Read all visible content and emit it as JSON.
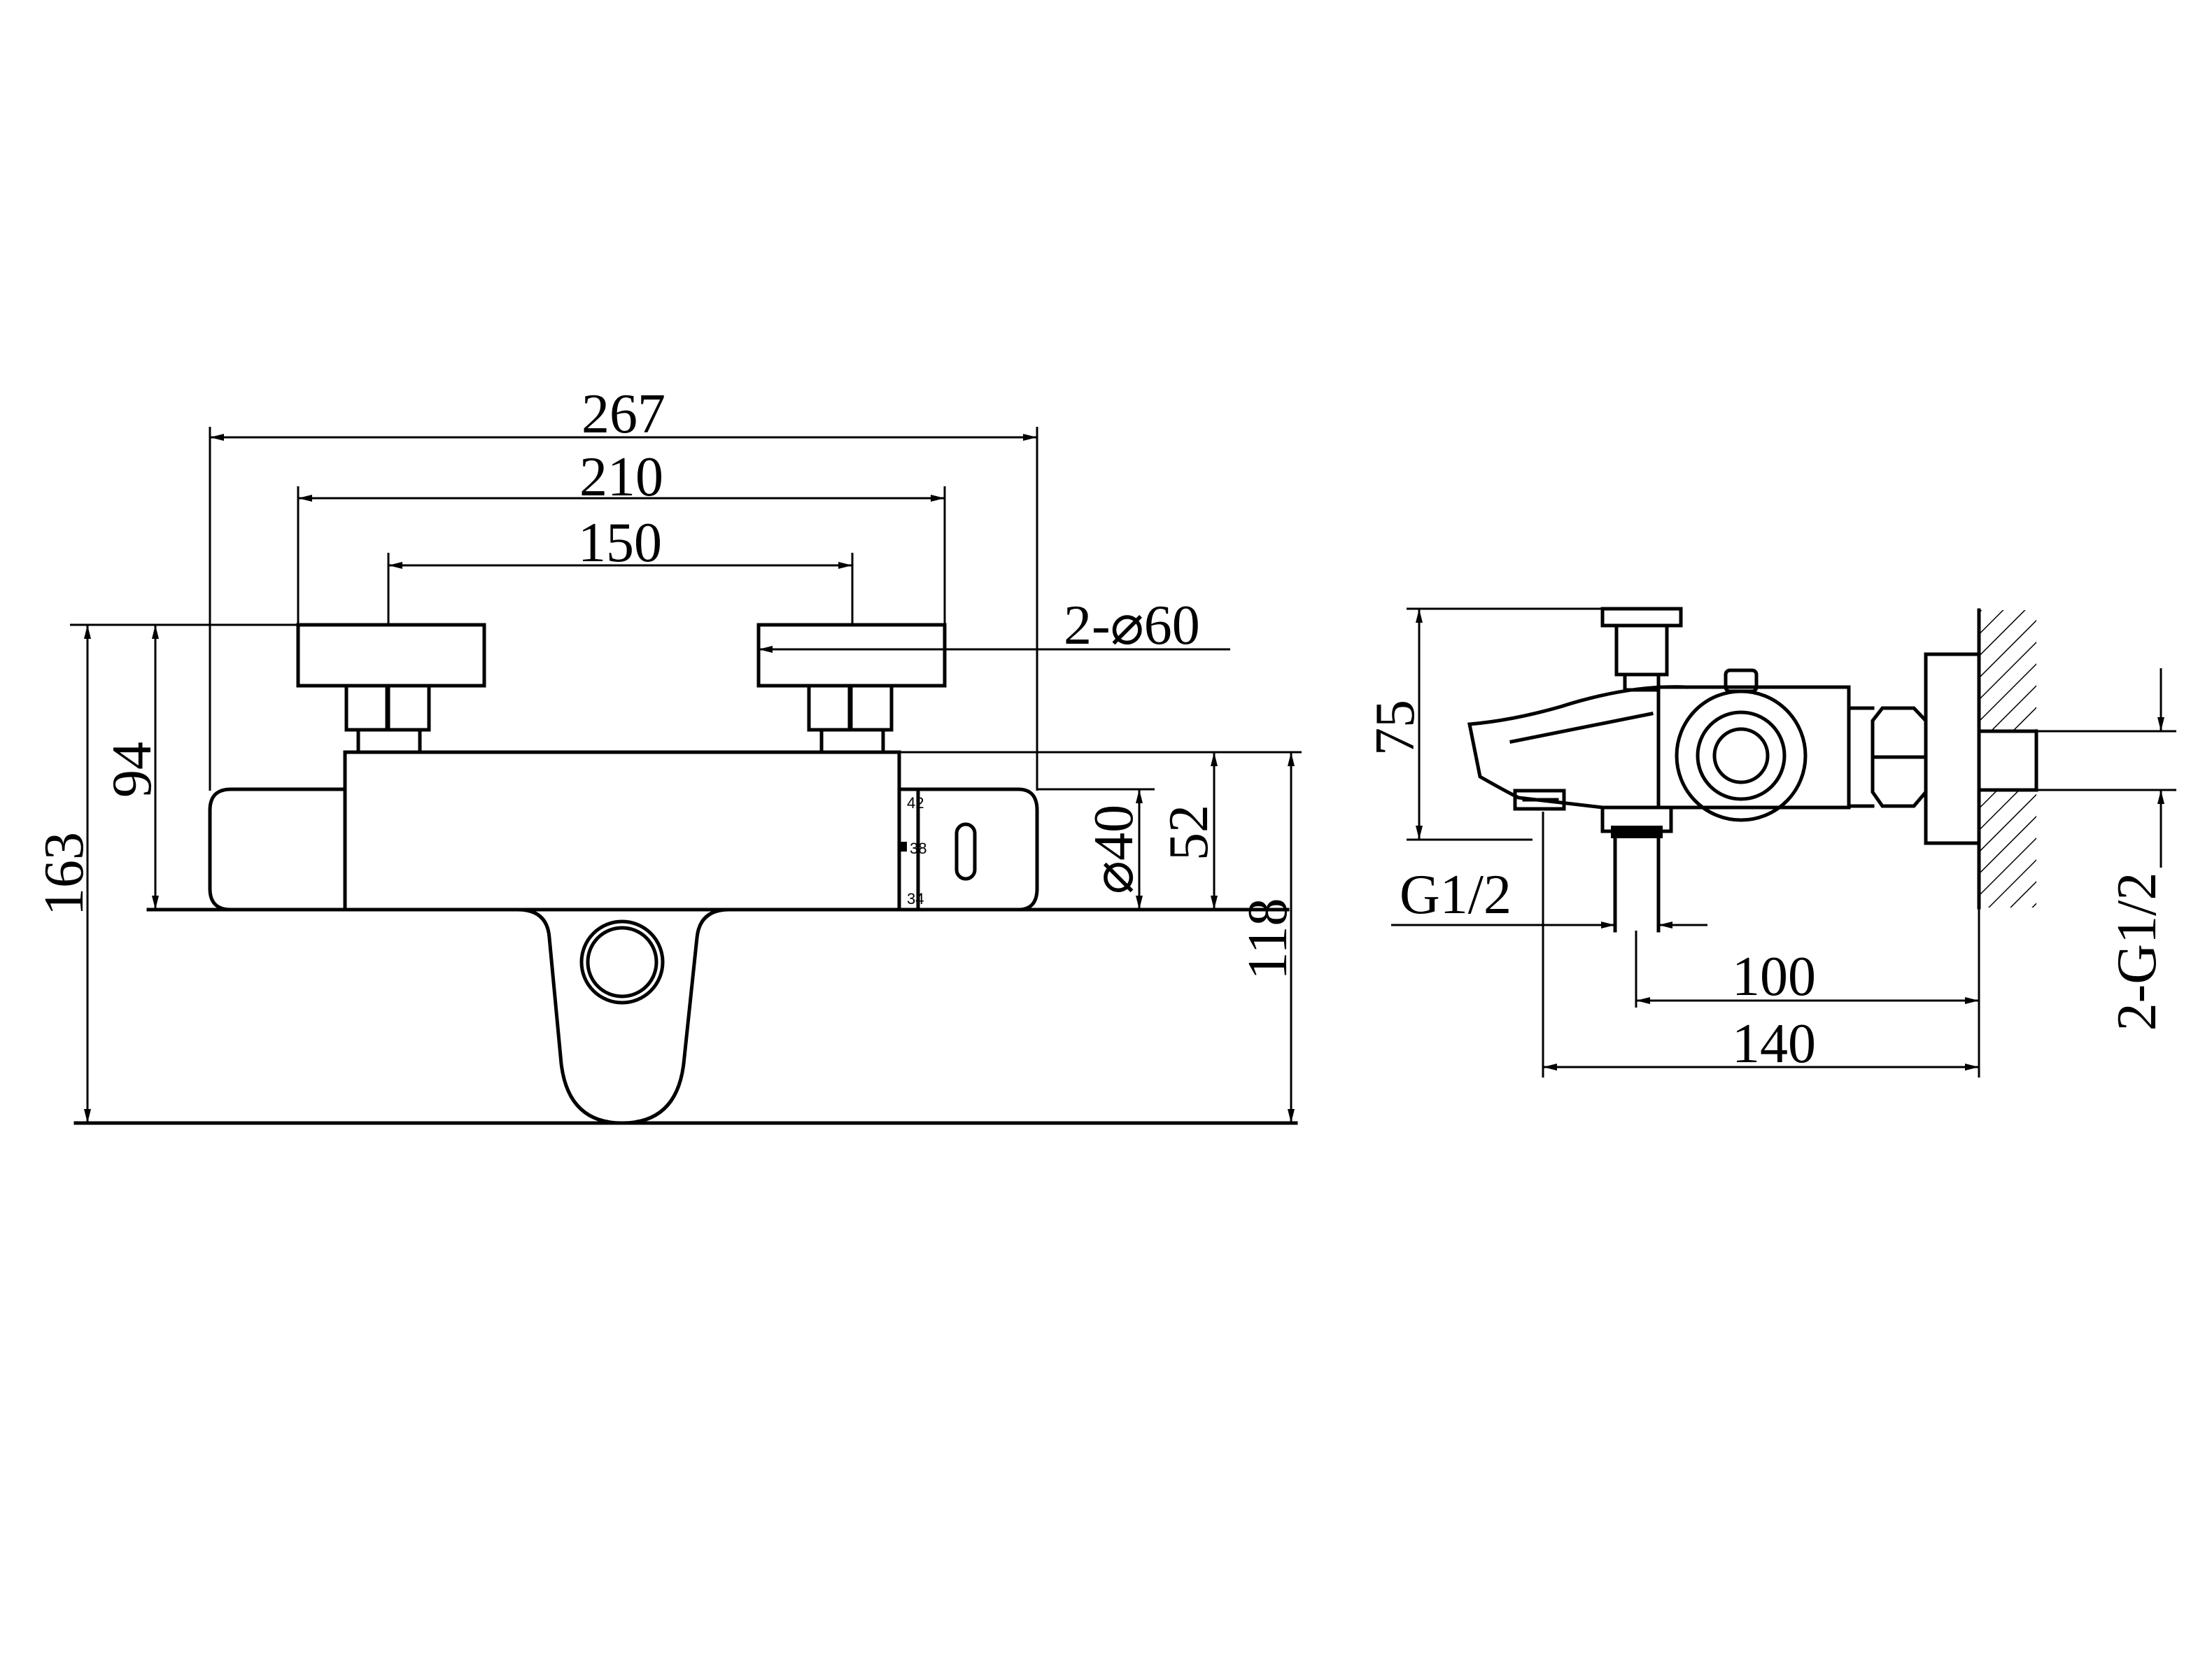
{
  "front_view": {
    "dim_267": "267",
    "dim_210": "210",
    "dim_150": "150",
    "dim_handles": "2-⌀60",
    "dim_163": "163",
    "dim_94": "94",
    "dim_40": "⌀40",
    "dim_52": "52",
    "dim_118": "118",
    "scale_top": "42",
    "scale_mid": "38",
    "scale_bottom": "34"
  },
  "side_view": {
    "dim_75": "75",
    "dim_inlet": "G1/2",
    "dim_100": "100",
    "dim_140": "140",
    "dim_outlet": "2-G1/2"
  }
}
